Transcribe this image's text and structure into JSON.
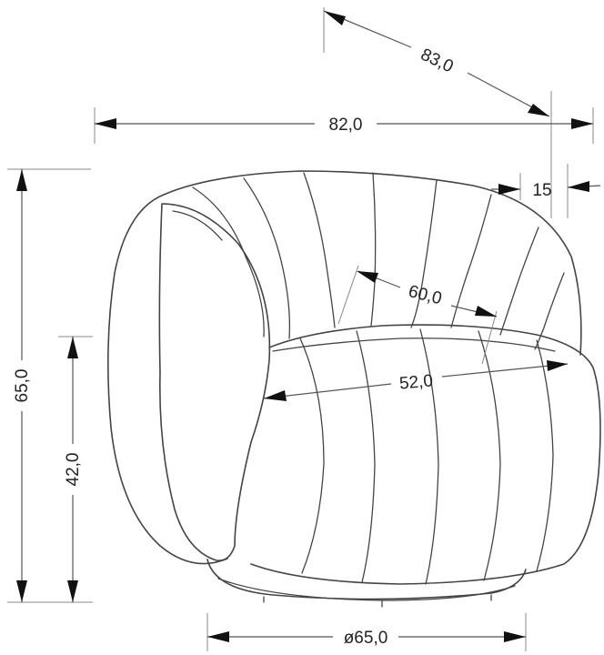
{
  "dimensions": {
    "depth": "83,0",
    "width": "82,0",
    "cushion_offset": "15",
    "inner_depth": "60,0",
    "seat_width": "52,0",
    "height": "65,0",
    "seat_height": "42,0",
    "base_diameter": "ø65,0"
  },
  "colors": {
    "line": "#444444",
    "arrow": "#111111",
    "background": "#ffffff"
  }
}
